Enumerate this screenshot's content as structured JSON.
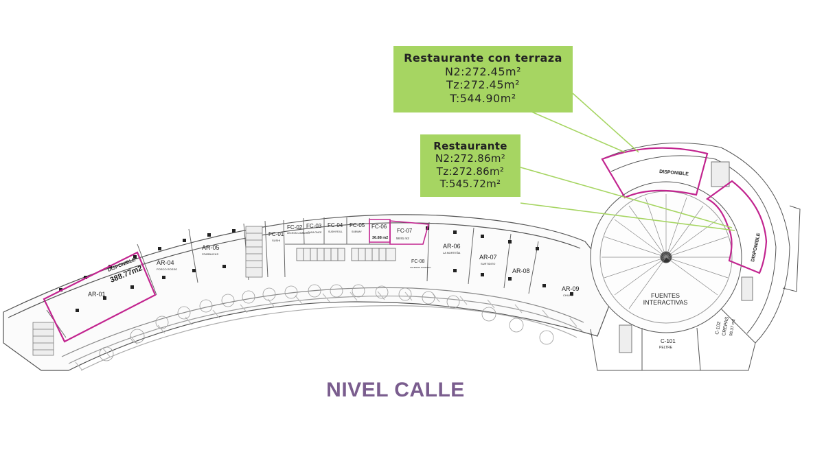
{
  "title": "NIVEL CALLE",
  "callouts": {
    "terraza": {
      "title": "Restaurante con terraza",
      "n2": "N2:272.45m²",
      "tz": "Tz:272.45m²",
      "t": "T:544.90m²"
    },
    "restaurante": {
      "title": "Restaurante",
      "n2": "N2:272.86m²",
      "tz": "Tz:272.86m²",
      "t": "T:545.72m²"
    }
  },
  "units": {
    "ar01": {
      "code": "AR-01",
      "status": "DISPONIBLE",
      "area": "388.77m2"
    },
    "ar04": {
      "code": "AR-04",
      "tenant": "PORCO ROSSO"
    },
    "ar05": {
      "code": "AR-05",
      "tenant": "STARBUCKS"
    },
    "fc01": {
      "code": "FC-01",
      "tenant": "SUSHI"
    },
    "fc02": {
      "code": "FC-02",
      "tenant": "LECHON LOMBERO"
    },
    "fc03": {
      "code": "FC-03",
      "tenant": "CASA ONCE"
    },
    "fc04": {
      "code": "FC-04",
      "tenant": "SUSHI ROLL"
    },
    "fc05": {
      "code": "FC-05",
      "tenant": "SUBWAY"
    },
    "fc06": {
      "code": "FC-06",
      "area": "36.88 m2"
    },
    "fc07": {
      "code": "FC-07",
      "area": "58.91 m2"
    },
    "fc08": {
      "code": "FC-08",
      "tenant": "CHURROS PORFIRIO"
    },
    "ar06": {
      "code": "AR-06",
      "tenant": "LA NORTEÑA"
    },
    "ar07": {
      "code": "AR-07",
      "tenant": "SURTIDITO"
    },
    "ar08": {
      "code": "AR-08"
    },
    "ar09": {
      "code": "AR-09",
      "tenant": "CHILI'S"
    },
    "fuentes": {
      "line1": "FUENTES",
      "line2": "INTERACTIVAS"
    },
    "c101": {
      "code": "C-101",
      "tenant": "PELTRE"
    },
    "c102": {
      "code": "C-102",
      "tenant": "CREPAS",
      "area": "98.37 m2"
    },
    "terraza_unit": {
      "status": "DISPONIBLE"
    },
    "rest_unit": {
      "status": "DISPONIBLE"
    }
  },
  "colors": {
    "highlight": "#c2248f",
    "callout_bg": "#a6d562",
    "leader_line": "#a6d562",
    "title": "#7a5d8e",
    "linework": "#555555"
  }
}
